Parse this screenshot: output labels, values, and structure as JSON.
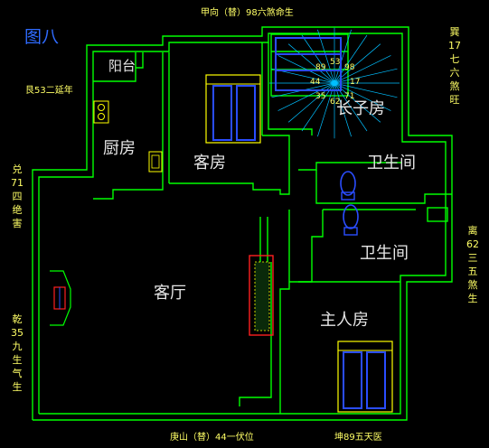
{
  "figure_label": "图八",
  "top_caption": "甲向（替）98六煞命生",
  "bottom_left_caption": "庚山（替）44一伏位",
  "bottom_right_caption": "坤89五天医",
  "left_top_caption": "艮53二延年",
  "right_top_vertical": "巽17七六煞旺",
  "right_mid_vertical": "离62三五煞生",
  "left_mid_vertical": "兑71四绝害",
  "left_bottom_vertical": "乾35九生气生",
  "rooms": {
    "balcony": "阳台",
    "kitchen": "厨房",
    "guest_room": "客房",
    "eldest_son_room": "长子房",
    "bath1": "卫生间",
    "bath2": "卫生间",
    "living_room": "客厅",
    "master_room": "主人房"
  },
  "compass_numbers": [
    "53",
    "98",
    "17",
    "71",
    "62",
    "35",
    "44",
    "89"
  ],
  "colors": {
    "wall": "#00ff00",
    "room_text": "#e6e6e6",
    "caption": "#ffff66",
    "figure_label": "#2f6bff",
    "compass_lines": "#00bfff",
    "furniture_blue": "#2a4dff",
    "furniture_yellow": "#ffff00",
    "sofa_red": "#ff2020"
  }
}
